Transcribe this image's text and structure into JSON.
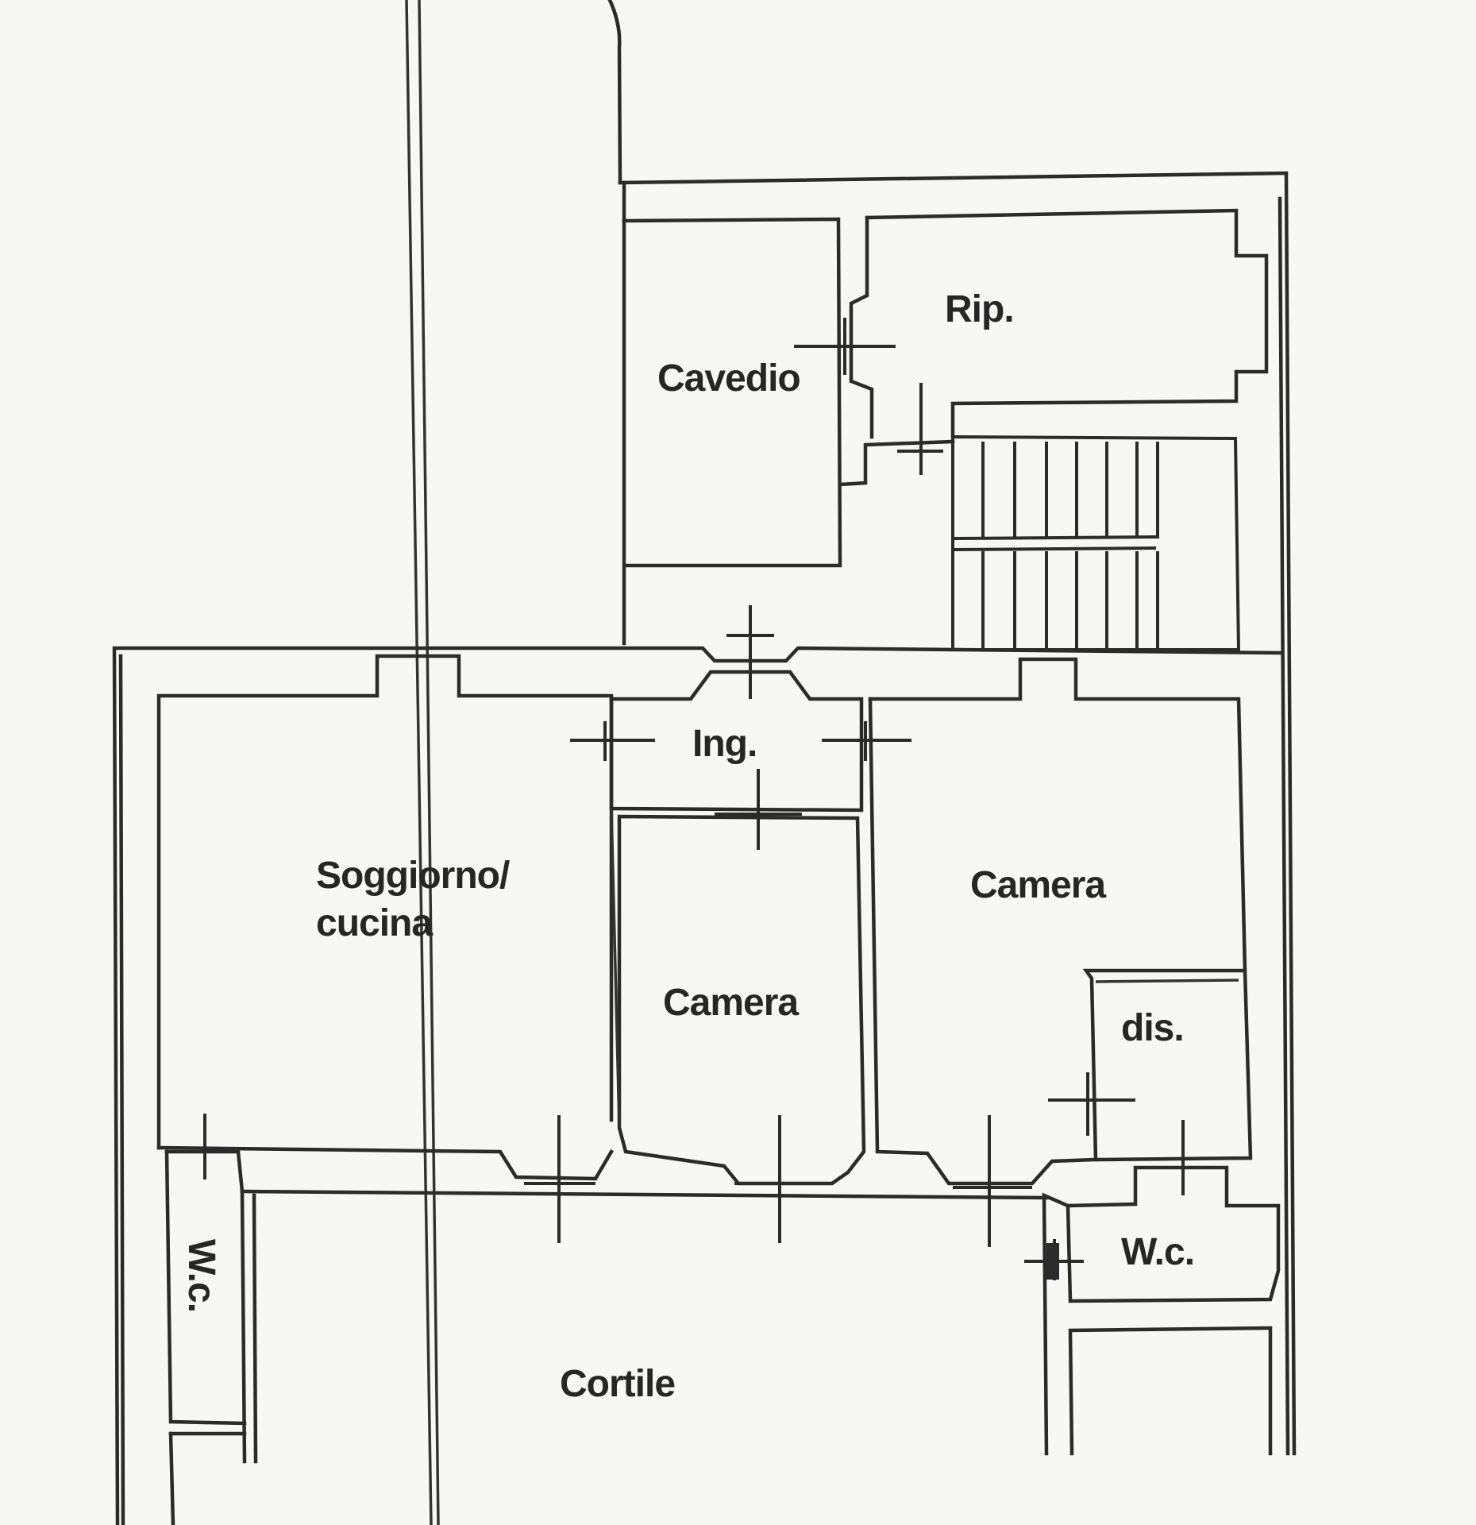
{
  "rooms": {
    "cavedio": "Cavedio",
    "rip": "Rip.",
    "ing": "Ing.",
    "soggiorno_line1": "Soggiorno/",
    "soggiorno_line2": "cucina",
    "camera_center": "Camera",
    "camera_right": "Camera",
    "dis": "dis.",
    "wc_right": "W.c.",
    "wc_left": "W.c.",
    "cortile": "Cortile"
  },
  "colors": {
    "line": "#2b2b2b",
    "paper": "#f7f7f5"
  }
}
